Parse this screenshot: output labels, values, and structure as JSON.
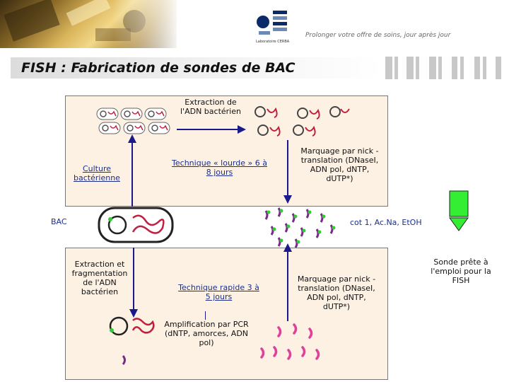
{
  "header": {
    "slogan": "Prolonger votre offre de soins, jour après jour",
    "logo_text": "Laboratoire CERBA"
  },
  "title": "FISH : Fabrication de sondes de BAC",
  "colors": {
    "accent_blue": "#1a1a8a",
    "panel_fill": "#fdf1e4",
    "probe_green": "#33cc33",
    "pink": "#e0409a",
    "purple": "#7a2a8a"
  },
  "top_panel": {
    "extraction_label": "Extraction de l'ADN bactérien",
    "heavy_technique": "Technique « lourde » 6 à 8 jours",
    "nick_translation": "Marquage par nick -translation (DNaseI, ADN pol, dNTP, dUTP*)"
  },
  "left": {
    "culture_label": "Culture bactérienne",
    "bac_label": "BAC"
  },
  "middle": {
    "cot_label": "cot 1, Ac.Na, EtOH"
  },
  "bottom_panel": {
    "extraction_frag": "Extraction et fragmentation de l'ADN bactérien",
    "rapid_technique": "Technique rapide 3 à 5 jours",
    "amplification": "Amplification par PCR (dNTP, amorces, ADN pol)",
    "nick_translation": "Marquage par nick -translation (DNaseI, ADN pol, dNTP, dUTP*)"
  },
  "probe_ready": "Sonde prête à l'emploi pour la FISH",
  "icons": [
    "bacterium-icon",
    "plasmid-icon",
    "dna-fragment-icon",
    "flask-arrow-icon"
  ]
}
